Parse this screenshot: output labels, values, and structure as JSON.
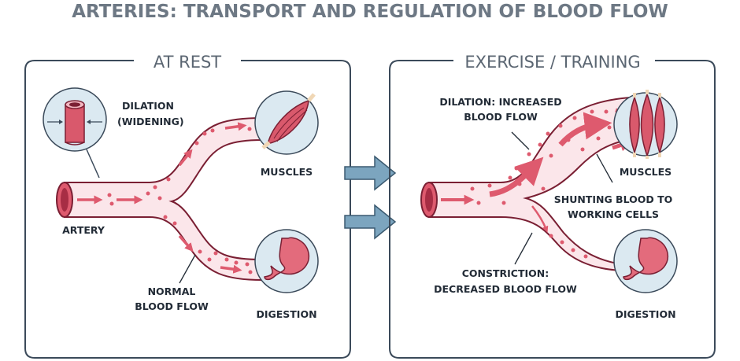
{
  "title": "ARTERIES: TRANSPORT AND REGULATION OF BLOOD FLOW",
  "colors": {
    "panel_border": "#3b4a5a",
    "vessel_fill": "#fbe6ea",
    "vessel_outline": "#7a1f33",
    "blood": "#de5a6e",
    "circle_bg": "#dbe9f1",
    "arrow_blue": "#7ca5bf",
    "text": "#222b36"
  },
  "left_panel": {
    "heading": "AT REST",
    "inset_label_line1": "DILATION",
    "inset_label_line2": "(WIDENING)",
    "artery_label": "ARTERY",
    "flow_label_line1": "NORMAL",
    "flow_label_line2": "BLOOD FLOW",
    "muscles_label": "MUSCLES",
    "digestion_label": "DIGESTION"
  },
  "right_panel": {
    "heading": "EXERCISE / TRAINING",
    "dilation_line1": "DILATION: INCREASED",
    "dilation_line2": "BLOOD FLOW",
    "shunting_line1": "SHUNTING BLOOD TO",
    "shunting_line2": "WORKING CELLS",
    "constriction_line1": "CONSTRICTION:",
    "constriction_line2": "DECREASED BLOOD FLOW",
    "muscles_label": "MUSCLES",
    "digestion_label": "DIGESTION"
  },
  "icons": [
    "artery-cross-section-icon",
    "muscle-icon",
    "stomach-icon",
    "transition-arrow-icon"
  ]
}
